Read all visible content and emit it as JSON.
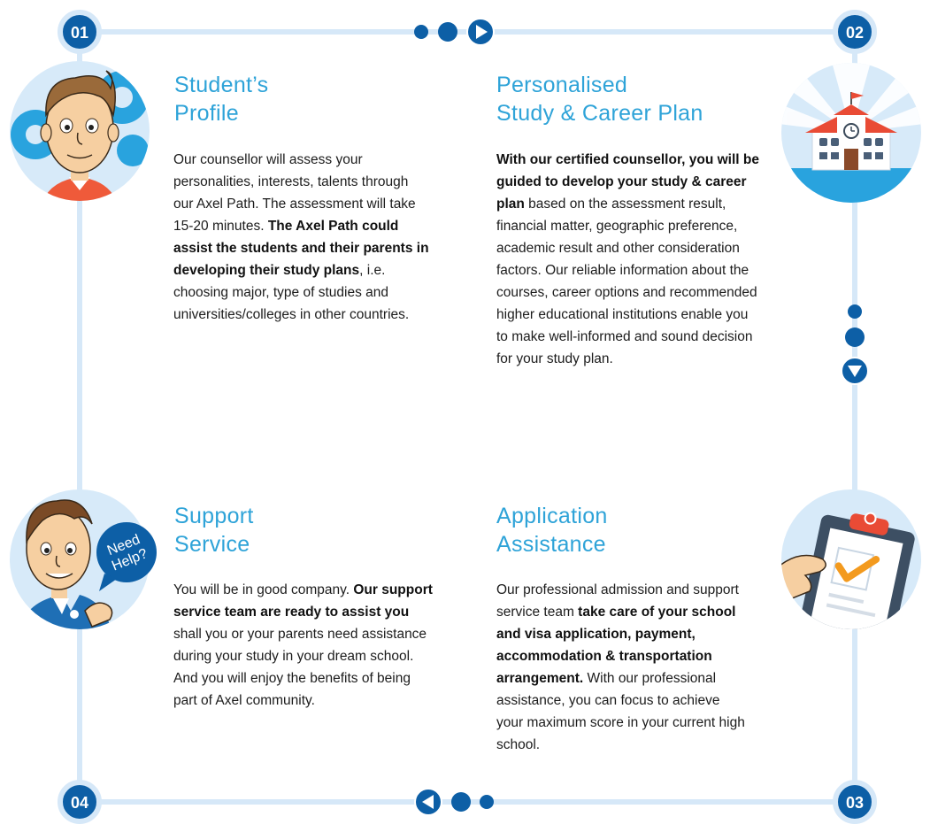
{
  "steps": [
    {
      "number": "01",
      "title_line1": "Student’s",
      "title_line2": "Profile",
      "body": [
        {
          "text": "Our counsellor will assess your personalities, interests, talents through our Axel Path. The assessment will take 15-20 minutes. ",
          "bold": false
        },
        {
          "text": "The Axel Path could assist the students and their parents in developing their study plans",
          "bold": true
        },
        {
          "text": ", i.e. choosing major, type of studies and universities/colleges in other countries.",
          "bold": false
        }
      ],
      "icon": "student-gear-icon"
    },
    {
      "number": "02",
      "title_line1": "Personalised",
      "title_line2": "Study & Career Plan",
      "body": [
        {
          "text": "With our certified counsellor, you will be guided to develop your study & career plan",
          "bold": true
        },
        {
          "text": " based on the assessment result, financial matter, geographic preference, academic result and other consideration factors. Our reliable information about the courses, career options and recommended higher educational institutions enable you to make well-informed and sound decision for your study plan.",
          "bold": false
        }
      ],
      "icon": "school-building-icon"
    },
    {
      "number": "03",
      "title_line1": "Application",
      "title_line2": "Assistance",
      "body": [
        {
          "text": "Our professional admission and support service team ",
          "bold": false
        },
        {
          "text": "take care of your school and visa application, payment, accommodation & transportation arrangement.",
          "bold": true
        },
        {
          "text": " With our professional assistance, you can focus to achieve your maximum score in your current high school.",
          "bold": false
        }
      ],
      "icon": "clipboard-check-icon"
    },
    {
      "number": "04",
      "title_line1": "Support",
      "title_line2": "Service",
      "body": [
        {
          "text": "You will be in good company. ",
          "bold": false
        },
        {
          "text": "Our support service team are ready to assist you",
          "bold": true
        },
        {
          "text": " shall you or your parents need assistance during your study in your dream school. And you will enjoy the benefits of being part of Axel community.",
          "bold": false
        }
      ],
      "icon": "support-person-icon",
      "bubble_line1": "Need",
      "bubble_line2": "Help?"
    }
  ],
  "colors": {
    "track": "#d6e8f8",
    "badge": "#0d5fa6",
    "title": "#2ea3d8",
    "circle_bg": "#d7eaf9",
    "accent_blue": "#29a3de"
  }
}
